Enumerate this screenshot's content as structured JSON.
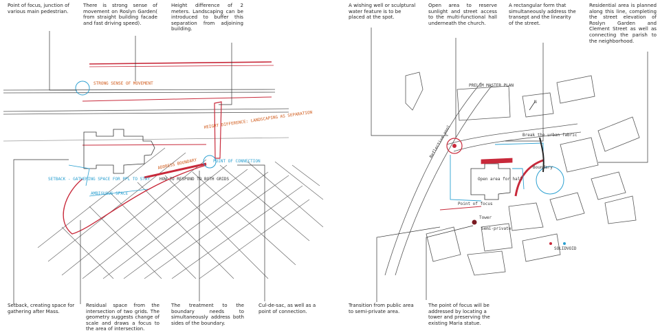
{
  "sketch_left": {
    "labels": {
      "strong_sense": "STRONG SENSE OF MOVEMENT",
      "height_diff": "HEIGHT DIFFERENCE: LANDSCAPING AS SEPARATION",
      "setback": "SETBACK - GATHERING SPACE FOR PPL TO STAY",
      "boundary": "ADDRESS BOUNDARY",
      "respond": "HOW TO RESPOND TO BOTH GRIDS",
      "point_conn": "POINT OF CONNECTION",
      "ambiguous": "AMBIGUOUS SPACE"
    }
  },
  "sketch_right": {
    "title": "PRELIM MASTER PLAN",
    "north": "N",
    "legend": {
      "solid": "SOLID",
      "void": "VOID"
    },
    "labels": {
      "break_urban": "Break the urban fabric",
      "open_area": "Open area for hall",
      "reflective": "Reflective pool",
      "focus": "Point of focus",
      "tower": "Tower",
      "semi": "Semi-private",
      "boundary": "Boundary"
    }
  },
  "annotations": {
    "top": [
      "Point of focus, junction of various main pedestrian.",
      "There is strong sense of movement on Roslyn Garden( from straight building facade and fast driving speed).",
      "Height difference of 2 meters. Landscaping can be introduced to buffer this separation from adjoining building.",
      "A wishing well or sculptural water feature is to be placed at the spot.",
      "Open area to reserve sunlight and street access to the multi-functional hall underneath the church.",
      "A rectangular form that simultaneously address the transept and the linearity of the street.",
      "Residential area is planned along this line, completing the street elevation of Roslyn Garden and Clement Street as well as connecting the parish to the neighborhood."
    ],
    "bottom": [
      "Setback, creating space for gathering after Mass.",
      "Residual space from the intersection of two grids. The geometry suggests change of scale and draws a focus to the area of intersection.",
      "The treatment to the boundary needs to simultaneously address both sides of the boundary.",
      "Cul-de-sac, as well as a point of connection.",
      "Transition from public area to semi-private area.",
      "The point of focus will be addressed by locating a tower and preserving the existing Maria statue."
    ]
  },
  "colors": {
    "red": "#c8293a",
    "blue": "#2a9fd0",
    "orange": "#d05a1a",
    "ink": "#333333"
  }
}
